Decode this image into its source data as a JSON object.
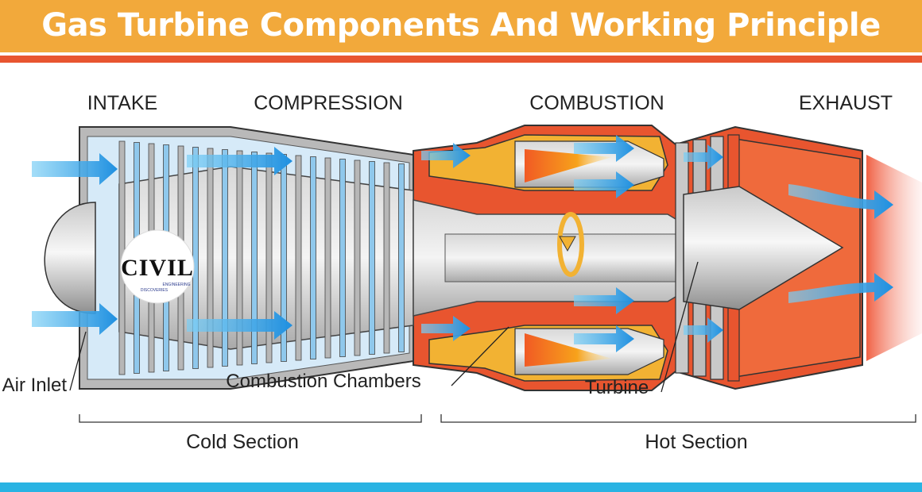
{
  "title": "Gas Turbine Components And Working Principle",
  "stages": [
    "INTAKE",
    "COMPRESSION",
    "COMBUSTION",
    "EXHAUST"
  ],
  "callouts": {
    "air_inlet": "Air Inlet",
    "combustion_chambers": "Combustion Chambers",
    "turbine": "Turbine"
  },
  "sections": {
    "cold": "Cold Section",
    "hot": "Hot Section"
  },
  "logo": {
    "text": "CIVIL",
    "sub1": "ENGINEERING",
    "sub2": "DISCOVERIES"
  },
  "colors": {
    "banner": "#f2a93b",
    "banner_rule": "#e8552f",
    "footer_rule": "#29b3e3",
    "airflow": "#2f9fe0",
    "hot_casing": "#e8552f",
    "flame": "#f7a21b"
  }
}
